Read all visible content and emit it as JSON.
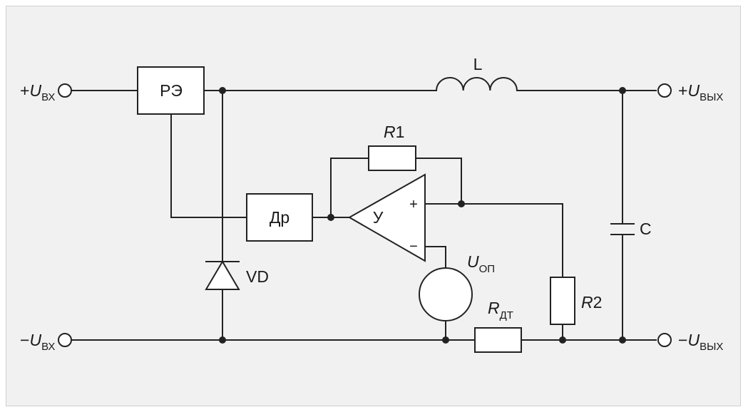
{
  "colors": {
    "background": "#f1f1f1",
    "line": "#222222",
    "component_fill": "#ffffff"
  },
  "labels": {
    "input_plus_sign": "+",
    "input_minus_sign": "−",
    "input_U": "U",
    "input_sub": "ВХ",
    "output_plus_sign": "+",
    "output_minus_sign": "−",
    "output_U": "U",
    "output_sub": "ВЫХ",
    "regulating_element": "РЭ",
    "driver": "Др",
    "amplifier": "У",
    "amp_plus": "+",
    "amp_minus": "−",
    "inductor": "L",
    "capacitor": "C",
    "diode": "VD",
    "r1_letter": "R",
    "r1_number": "1",
    "r2_letter": "R",
    "r2_number": "2",
    "reference_U": "U",
    "reference_sub": "ОП",
    "sense_R": "R",
    "sense_sub": "ДТ"
  }
}
